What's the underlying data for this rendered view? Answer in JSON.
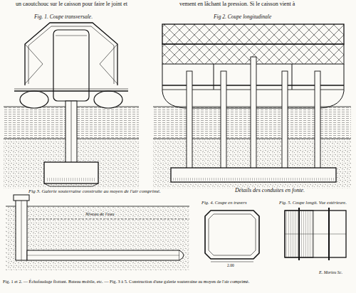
{
  "diagram": {
    "caption": "Fig. 1 et 2. — Échafaudage flottant. Bateau mobile, etc. — Fig. 3 à 5. Construction d'une galerie souterraine au moyen de l'air comprimé.",
    "labels": [
      "un caoutchouc sur le caisson pour faire le joint et",
      "vement en lâchant la pression. Si le caisson vient à",
      "Fig. 1. Coupe transversale.",
      "Fig 2. Coupe longitudinale",
      "Fig 3. Galerie souterraine construite au moyen de l'air comprimé.",
      "Niveau de l'eau",
      "Détails des conduites en fonte.",
      "Fig. 4. Coupe en travers",
      "Fig. 5. Coupe longit. Vue extérieure.",
      "2.00",
      "E. Morieu Sc."
    ]
  }
}
